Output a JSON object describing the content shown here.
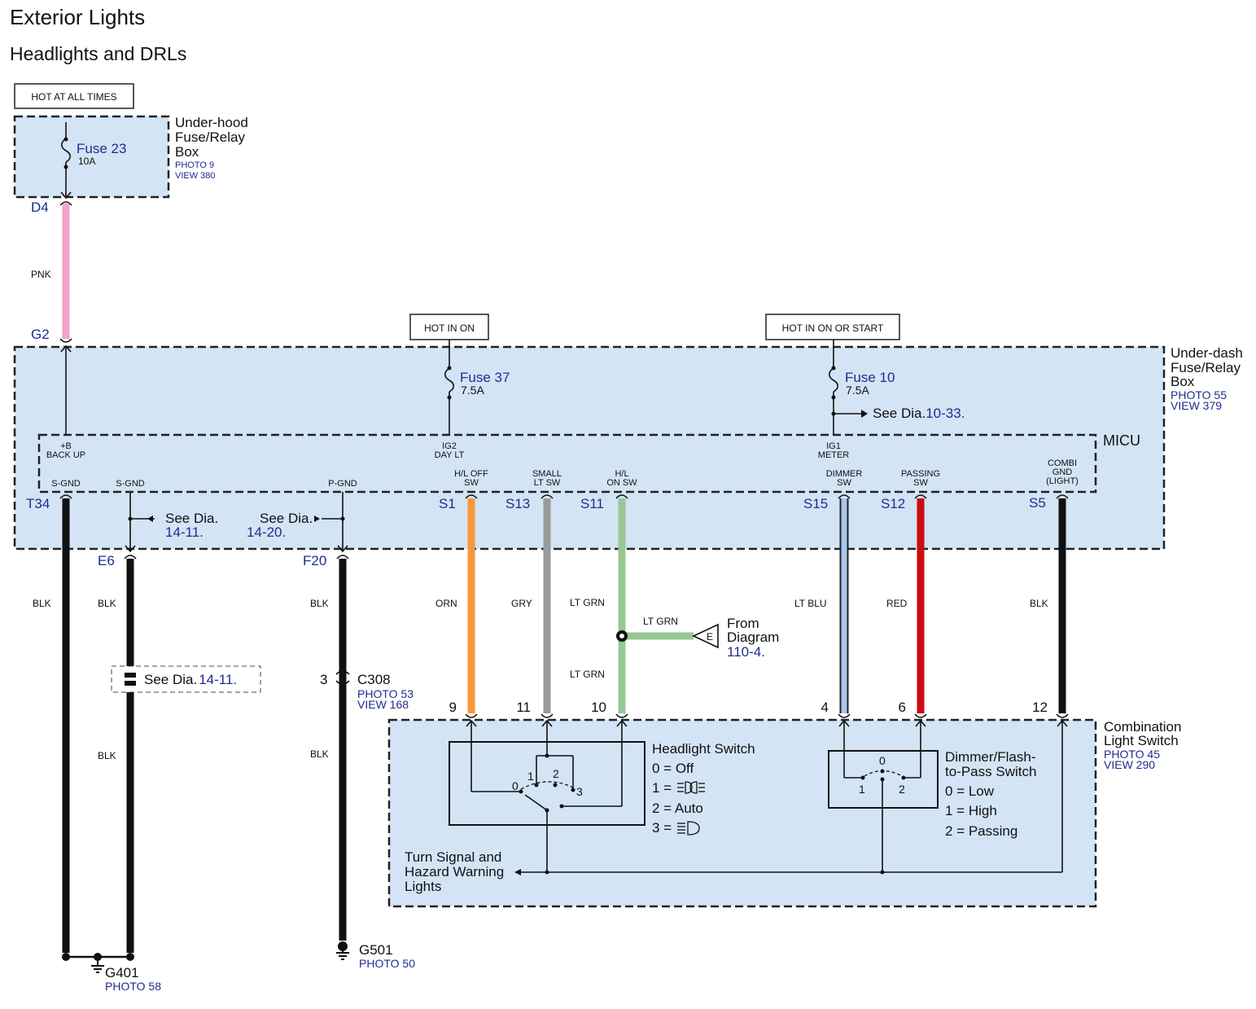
{
  "title": "Exterior Lights",
  "subtitle": "Headlights and DRLs",
  "hot_labels": {
    "always": "HOT AT ALL TIMES",
    "on": "HOT IN ON",
    "on_start": "HOT IN ON OR START"
  },
  "underhood": {
    "name_lines": [
      "Under-hood",
      "Fuse/Relay",
      "Box"
    ],
    "photo": "PHOTO 9",
    "view": "VIEW 380",
    "fuse": "Fuse 23",
    "amp": "10A",
    "connector": "D4"
  },
  "underdash": {
    "name_lines": [
      "Under-dash",
      "Fuse/Relay",
      "Box"
    ],
    "photo": "PHOTO 55",
    "view": "VIEW 379",
    "fuses": [
      {
        "name": "Fuse 37",
        "amp": "7.5A"
      },
      {
        "name": "Fuse 10",
        "amp": "7.5A"
      }
    ],
    "see_dia_prefix": "See Dia.",
    "see_dia_ref": "10-33."
  },
  "micu": {
    "name": "MICU",
    "top_terminals": [
      {
        "l1": "+B",
        "l2": "BACK UP"
      },
      {
        "l1": "IG2",
        "l2": "DAY LT"
      },
      {
        "l1": "IG1",
        "l2": "METER"
      }
    ],
    "bottom_terminals": [
      {
        "lines": [
          "S-GND"
        ]
      },
      {
        "lines": [
          "S-GND"
        ]
      },
      {
        "lines": [
          "P-GND"
        ]
      },
      {
        "lines": [
          "H/L OFF",
          "SW"
        ]
      },
      {
        "lines": [
          "SMALL",
          "LT SW"
        ]
      },
      {
        "lines": [
          "H/L",
          "ON SW"
        ]
      },
      {
        "lines": [
          "DIMMER",
          "SW"
        ]
      },
      {
        "lines": [
          "PASSING",
          "SW"
        ]
      },
      {
        "lines": [
          "COMBI",
          "GND",
          "(LIGHT)"
        ]
      }
    ]
  },
  "wire_colors": {
    "pnk": "#f4a0cd",
    "blk": "#111111",
    "orn": "#f7993a",
    "gry": "#9a9a9a",
    "ltgrn": "#98c995",
    "ltblu": "#a9c8ec",
    "red": "#cc0c10"
  },
  "wires": [
    {
      "pin": "G2",
      "color_label": "PNK"
    },
    {
      "pin": "T34",
      "color_label": "BLK"
    },
    {
      "pin": "E6",
      "color_label": "BLK"
    },
    {
      "pin": "F20",
      "color_label": "BLK"
    },
    {
      "pin": "S1",
      "color_label": "ORN",
      "end_pin": "9"
    },
    {
      "pin": "S13",
      "color_label": "GRY",
      "end_pin": "11"
    },
    {
      "pin": "S11",
      "color_label": "LT GRN",
      "color_label_2": "LT GRN",
      "end_pin": "10"
    },
    {
      "pin": "S15",
      "color_label": "LT BLU",
      "end_pin": "4"
    },
    {
      "pin": "S12",
      "color_label": "RED",
      "end_pin": "6"
    },
    {
      "pin": "S5",
      "color_label": "BLK",
      "end_pin": "12"
    }
  ],
  "refs": {
    "see_dia": "See Dia.",
    "ref_e6": "14-11.",
    "ref_f20": "14-20.",
    "ref_splice": "14-11."
  },
  "c308": {
    "name": "C308",
    "pin": "3",
    "photo": "PHOTO 53",
    "view": "VIEW 168",
    "wire_below": "BLK"
  },
  "e6_below_label": "BLK",
  "from_diagram": {
    "wire": "LT GRN",
    "letter": "E",
    "l1": "From",
    "l2": "Diagram",
    "ref": "110-4."
  },
  "grounds": [
    {
      "name": "G401",
      "photo": "PHOTO 58"
    },
    {
      "name": "G501",
      "photo": "PHOTO 50"
    }
  ],
  "combo": {
    "name_lines": [
      "Combination",
      "Light Switch"
    ],
    "photo": "PHOTO 45",
    "view": "VIEW 290",
    "headlight": {
      "title": "Headlight Switch",
      "positions": [
        "0 = Off",
        "1 =",
        "2 = Auto",
        "3 ="
      ],
      "contacts": [
        "0",
        "1",
        "2",
        "3"
      ]
    },
    "dimmer": {
      "title_lines": [
        "Dimmer/Flash-",
        "to-Pass Switch"
      ],
      "positions": [
        "0 = Low",
        "1 = High",
        "2 = Passing"
      ],
      "contacts": [
        "0",
        "1",
        "2"
      ]
    },
    "turn_lines": [
      "Turn Signal and",
      "Hazard Warning",
      "Lights"
    ]
  }
}
